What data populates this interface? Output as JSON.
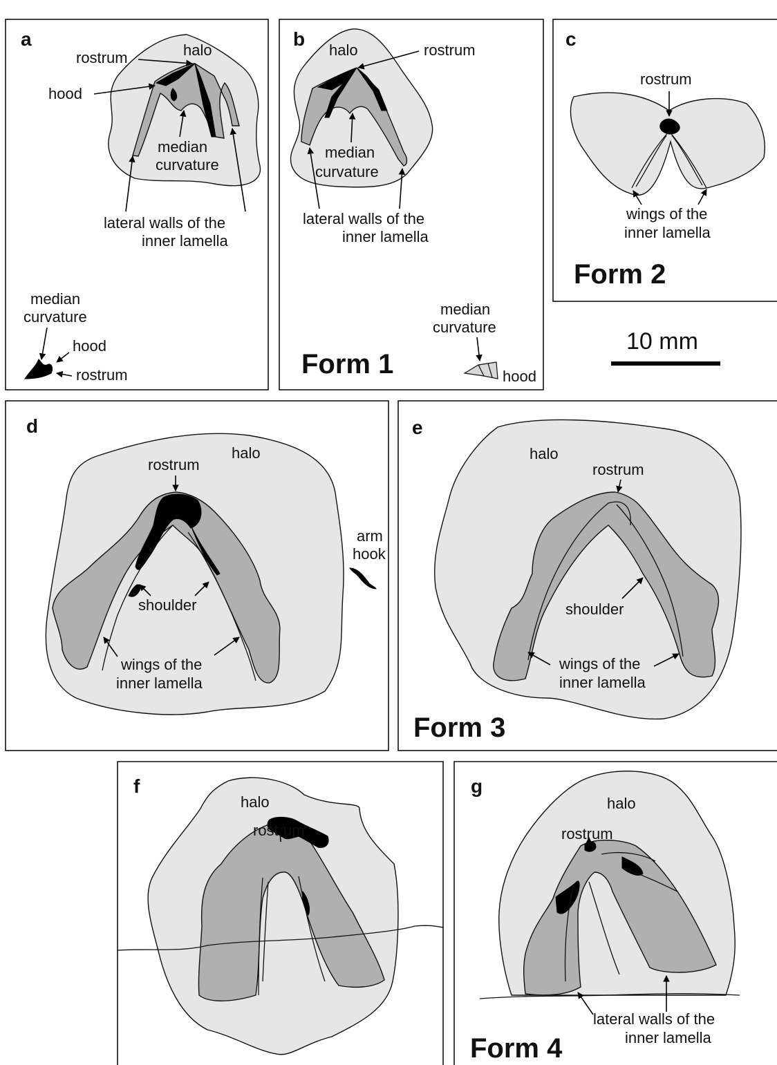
{
  "panels": {
    "a": {
      "letter": "a",
      "halo": "halo",
      "rostrum": "rostrum",
      "hood": "hood",
      "median_1": "median",
      "median_2": "curvature",
      "lateral_1": "lateral walls of the",
      "lateral_2": "inner lamella",
      "inset_median_1": "median",
      "inset_median_2": "curvature",
      "inset_hood": "hood",
      "inset_rostrum": "rostrum"
    },
    "b": {
      "letter": "b",
      "halo": "halo",
      "rostrum": "rostrum",
      "median_1": "median",
      "median_2": "curvature",
      "lateral_1": "lateral walls of the",
      "lateral_2": "inner lamella",
      "form": "Form 1",
      "inset_median_1": "median",
      "inset_median_2": "curvature",
      "inset_hood": "hood"
    },
    "c": {
      "letter": "c",
      "rostrum": "rostrum",
      "wings_1": "wings of the",
      "wings_2": "inner lamella",
      "form": "Form 2"
    },
    "d": {
      "letter": "d",
      "halo": "halo",
      "rostrum": "rostrum",
      "arm_1": "arm",
      "arm_2": "hook",
      "shoulder": "shoulder",
      "wings_1": "wings of the",
      "wings_2": "inner lamella"
    },
    "e": {
      "letter": "e",
      "halo": "halo",
      "rostrum": "rostrum",
      "shoulder": "shoulder",
      "wings_1": "wings of the",
      "wings_2": "inner lamella",
      "form": "Form 3"
    },
    "f": {
      "letter": "f",
      "halo": "halo",
      "rostrum": "rostrum"
    },
    "g": {
      "letter": "g",
      "halo": "halo",
      "rostrum": "rostrum",
      "lateral_1": "lateral walls of the",
      "lateral_2": "inner lamella",
      "form": "Form 4"
    }
  },
  "scale_bar": {
    "label": "10 mm"
  },
  "colors": {
    "halo": "#e6e6e6",
    "jaw": "#b0b0b0",
    "ink": "#000000"
  }
}
